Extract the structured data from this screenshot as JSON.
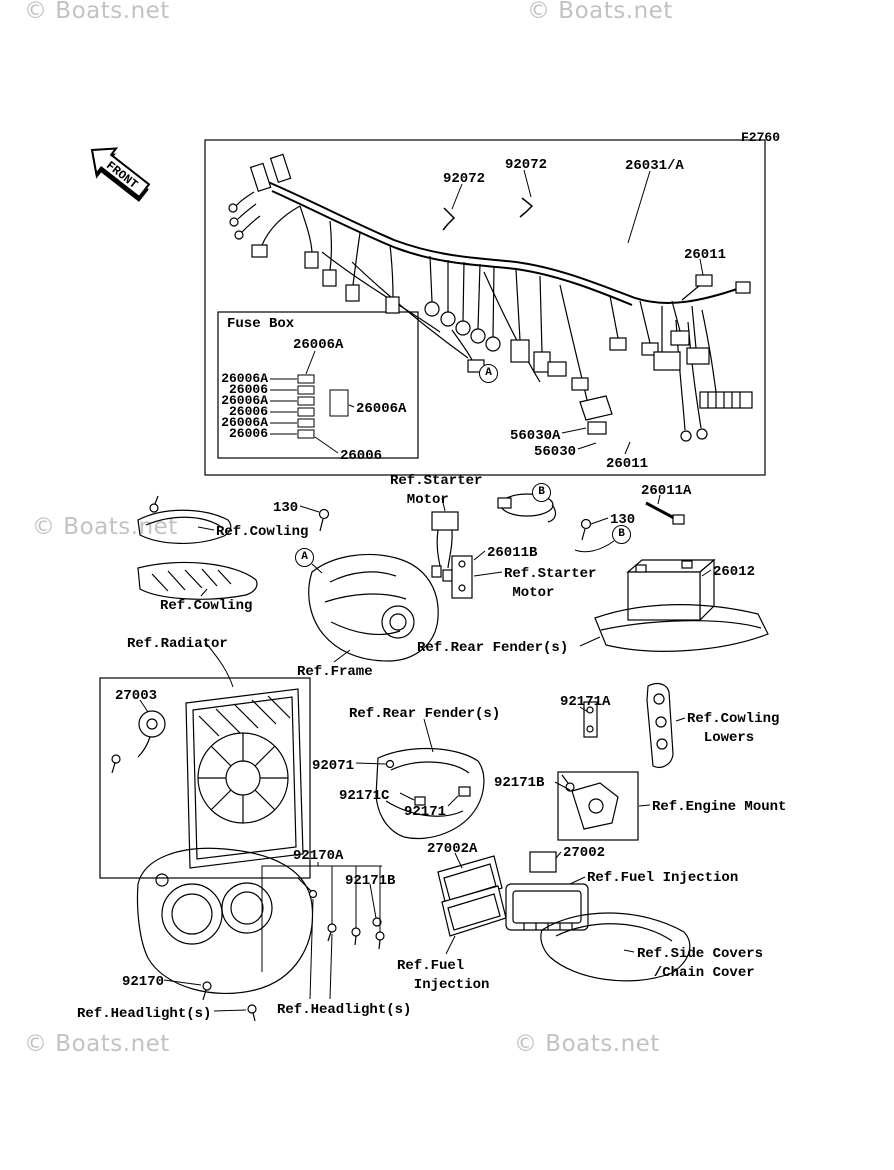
{
  "diagram": {
    "code": "F2760",
    "front_label": "FRONT",
    "watermark": "© Boats.net"
  },
  "labels": [
    {
      "text": "92072"
    },
    {
      "text": "92072"
    },
    {
      "text": "26031/A"
    },
    {
      "text": "26011"
    },
    {
      "text": "56030A"
    },
    {
      "text": "56030"
    },
    {
      "text": "26011"
    },
    {
      "text": "Fuse Box"
    },
    {
      "text": "26006A"
    },
    {
      "text": "26006A"
    },
    {
      "text": "26006"
    },
    {
      "text": "26006A"
    },
    {
      "text": "26006"
    },
    {
      "text": "26006A"
    },
    {
      "text": "26006"
    },
    {
      "text": "26006A"
    },
    {
      "text": "26006"
    },
    {
      "text": "Ref.Starter\n  Motor"
    },
    {
      "text": "26011A"
    },
    {
      "text": "130"
    },
    {
      "text": "130"
    },
    {
      "text": "Ref.Cowling"
    },
    {
      "text": "26011B"
    },
    {
      "text": "Ref.Starter\n Motor"
    },
    {
      "text": "26012"
    },
    {
      "text": "Ref.Cowling"
    },
    {
      "text": "Ref.Radiator"
    },
    {
      "text": "Ref.Rear Fender(s)"
    },
    {
      "text": "Ref.Frame"
    },
    {
      "text": "27003"
    },
    {
      "text": "Ref.Rear Fender(s)"
    },
    {
      "text": "92171A"
    },
    {
      "text": "Ref.Cowling\n  Lowers"
    },
    {
      "text": "92071"
    },
    {
      "text": "92171C"
    },
    {
      "text": "92171B"
    },
    {
      "text": "92171"
    },
    {
      "text": "Ref.Engine Mount"
    },
    {
      "text": "92170A"
    },
    {
      "text": "27002A"
    },
    {
      "text": "27002"
    },
    {
      "text": "92171B"
    },
    {
      "text": "Ref.Fuel Injection"
    },
    {
      "text": "Ref.Fuel\n  Injection"
    },
    {
      "text": "Ref.Side Covers\n  /Chain Cover"
    },
    {
      "text": "92170"
    },
    {
      "text": "Ref.Headlight(s)"
    },
    {
      "text": "Ref.Headlight(s)"
    }
  ],
  "callouts": [
    {
      "letter": "A"
    },
    {
      "letter": "B"
    },
    {
      "letter": "A"
    },
    {
      "letter": "B"
    }
  ]
}
